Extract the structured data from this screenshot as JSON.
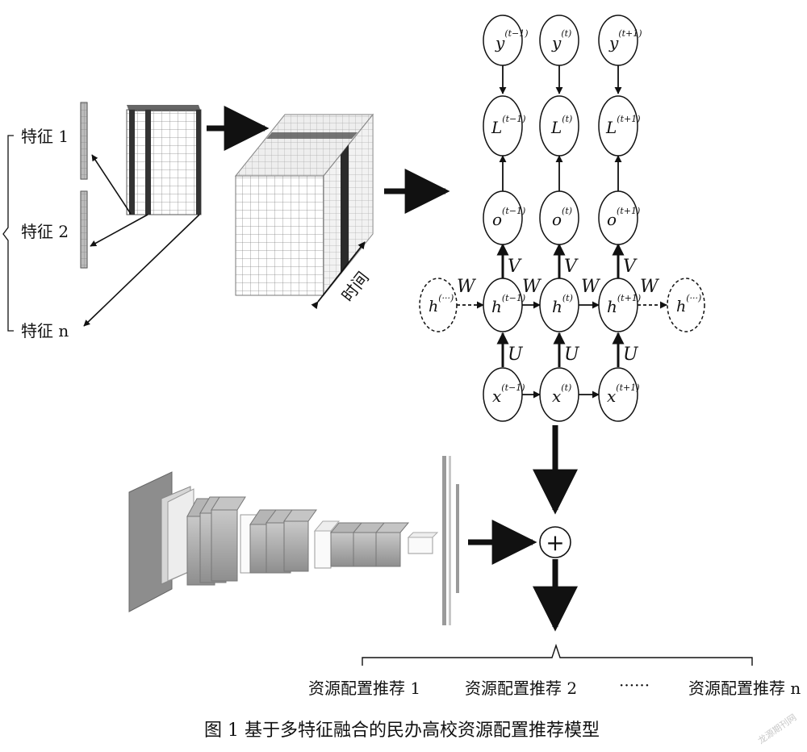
{
  "features": [
    "特征 1",
    "特征 2",
    "特征 n"
  ],
  "time_axis_label": "时间",
  "rnn": {
    "outputs_y": [
      {
        "base": "y",
        "sup": "(t−1)"
      },
      {
        "base": "y",
        "sup": "(t)"
      },
      {
        "base": "y",
        "sup": "(t+1)"
      }
    ],
    "losses_L": [
      {
        "base": "L",
        "sup": "(t−1)"
      },
      {
        "base": "L",
        "sup": "(t)"
      },
      {
        "base": "L",
        "sup": "(t+1)"
      }
    ],
    "outputs_o": [
      {
        "base": "o",
        "sup": "(t−1)"
      },
      {
        "base": "o",
        "sup": "(t)"
      },
      {
        "base": "o",
        "sup": "(t+1)"
      }
    ],
    "hidden_h": [
      {
        "base": "h",
        "sup": "(t−1)"
      },
      {
        "base": "h",
        "sup": "(t)"
      },
      {
        "base": "h",
        "sup": "(t+1)"
      }
    ],
    "inputs_x": [
      {
        "base": "x",
        "sup": "(t−1)"
      },
      {
        "base": "x",
        "sup": "(t)"
      },
      {
        "base": "x",
        "sup": "(t+1)"
      }
    ],
    "hidden_ends": [
      {
        "base": "h",
        "sup": "(···)"
      },
      {
        "base": "h",
        "sup": "(···)"
      }
    ],
    "weights": {
      "V": "V",
      "W": "W",
      "U": "U"
    }
  },
  "sum_symbol": "+",
  "recommendations": [
    "资源配置推荐 1",
    "资源配置推荐 2",
    "······",
    "资源配置推荐 n"
  ],
  "caption": "图 1   基于多特征融合的民办高校资源配置推荐模型",
  "watermark": "龙源期刊网"
}
